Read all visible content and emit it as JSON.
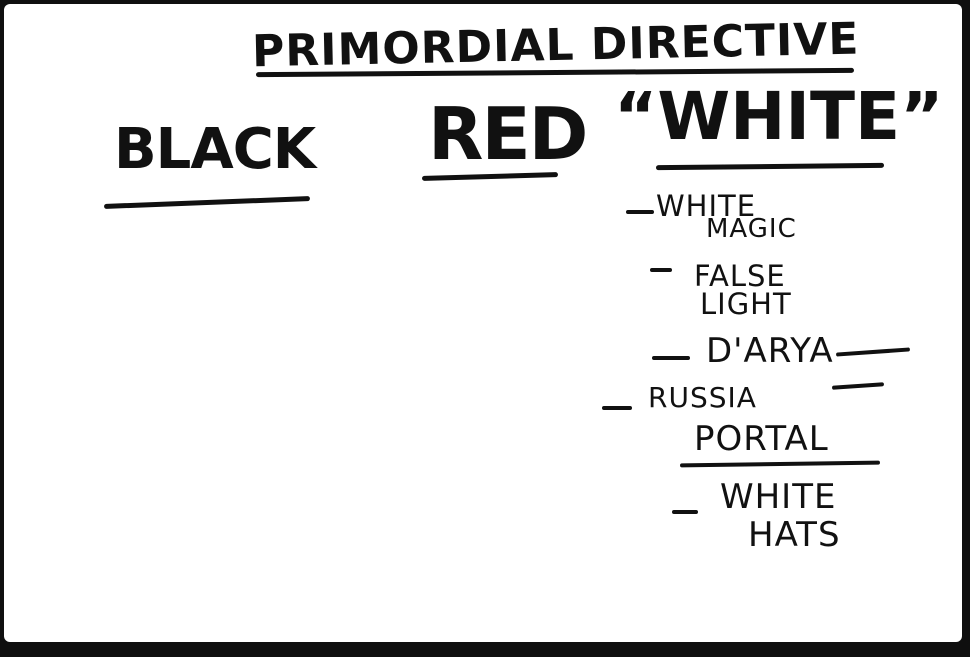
{
  "board": {
    "title": "PRIMORDIAL DIRECTIVE",
    "columns": {
      "black": "BLACK",
      "red": "RED",
      "white": "“WHITE”"
    },
    "white_list": {
      "white_magic_1": "WHITE",
      "white_magic_2": "MAGIC",
      "false_light_1": "FALSE",
      "false_light_2": "LIGHT",
      "darya": "D'ARYA",
      "russia": "RUSSIA",
      "portal": "PORTAL",
      "white_hats_1": "WHITE",
      "white_hats_2": "HATS"
    }
  }
}
